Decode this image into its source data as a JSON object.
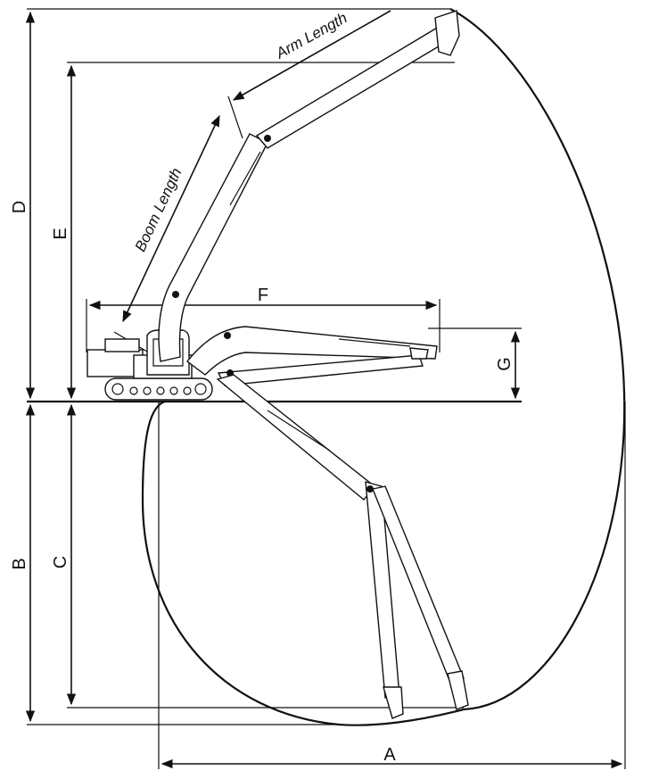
{
  "labels": {
    "A": "A",
    "B": "B",
    "C": "C",
    "D": "D",
    "E": "E",
    "F": "F",
    "G": "G",
    "arm_length": "Arm Length",
    "boom_length": "Boom Length"
  },
  "colors": {
    "line": "#111111",
    "background": "#ffffff"
  }
}
